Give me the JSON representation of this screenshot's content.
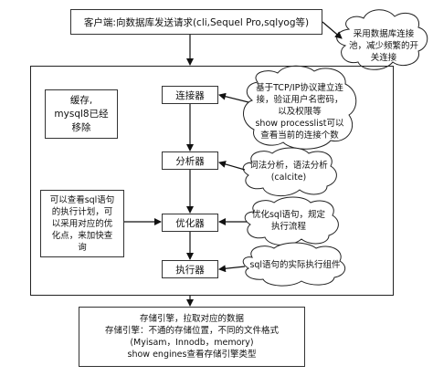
{
  "client": {
    "label": "客户端:向数据库发送请求(cli,Sequel Pro,sqlyog等)"
  },
  "pool_note": {
    "text": "采用数据库连接\n池，减少频繁的开\n关连接"
  },
  "stages": {
    "connector": "连接器",
    "analyzer": "分析器",
    "optimizer": "优化器",
    "executor": "执行器"
  },
  "cache_note": {
    "text": "缓存,\nmysql8已经\n移除"
  },
  "sql_note": {
    "text": "可以查看sql语句\n的执行计划，可\n以采用对应的优\n化点，来加快查\n询"
  },
  "clouds": {
    "connector": "基于TCP/IP协议建立连\n接，验证用户名密码，\n以及权限等\nshow processlist可以\n查看当前的连接个数",
    "analyzer": "词法分析，语法分析\n(calcite)",
    "optimizer": "优化sql语句，规定\n执行流程",
    "executor": "sql语句的实际执行组件"
  },
  "storage": {
    "text": "存储引擎，拉取对应的数据\n存储引擎：不通的存储位置，不同的文件格式\n(Myisam，Innodb，memory)\nshow engines查看存储引擎类型"
  }
}
